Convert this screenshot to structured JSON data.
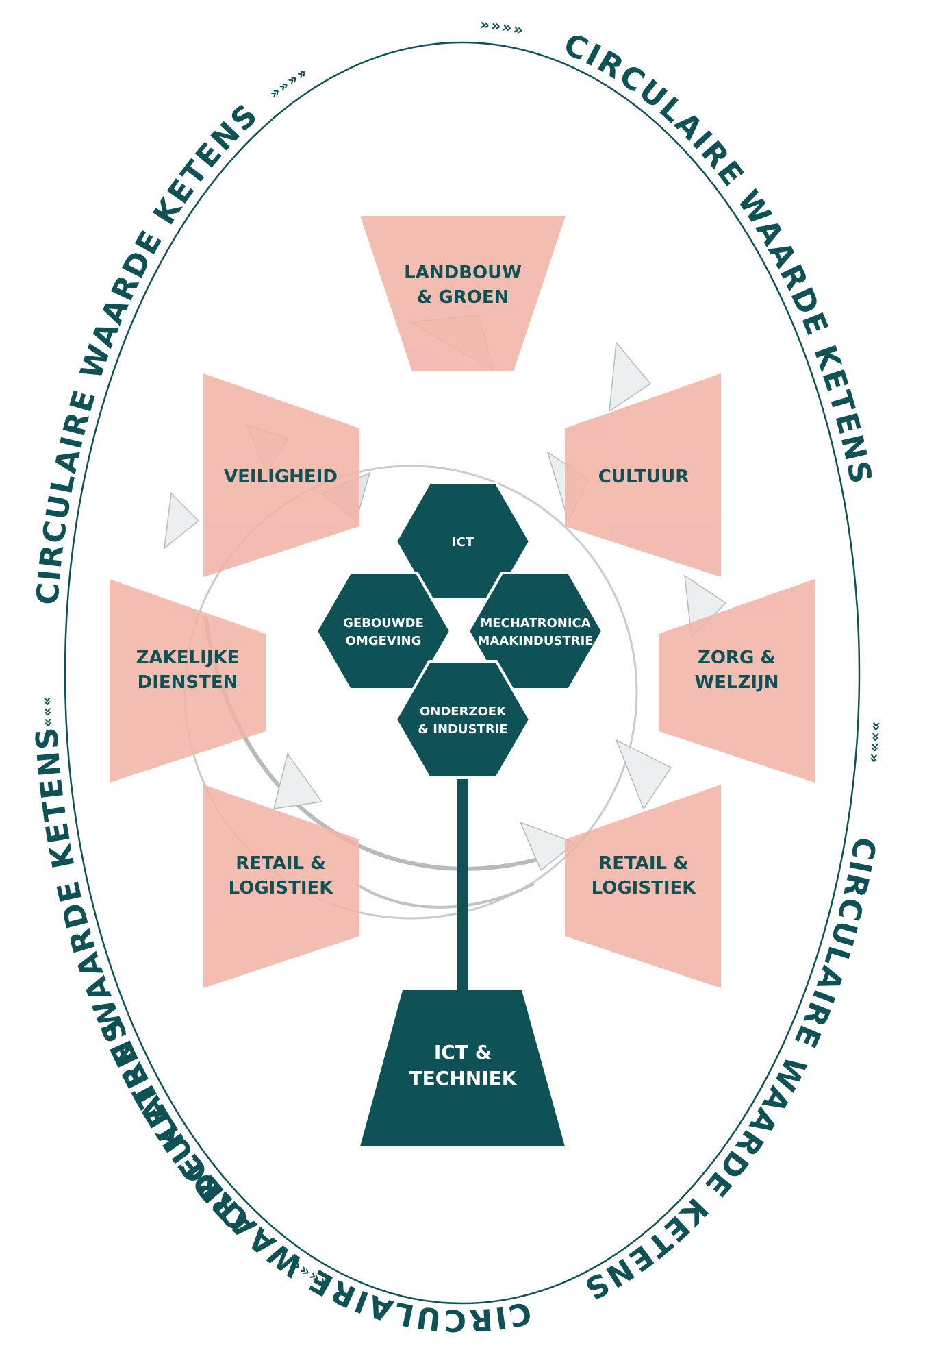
{
  "colors": {
    "teal": "#0f5256",
    "pink": "#f2b1a5",
    "shard": "#9aa4aa",
    "background": "#ffffff"
  },
  "ring": {
    "label": "CIRCULAIRE WAARDE KETENS",
    "chevrons_forward": "»»»»",
    "chevrons_back": "««««"
  },
  "sectors": {
    "top": [
      "LANDBOUW",
      "& GROEN"
    ],
    "upper_left": [
      "VEILIGHEID"
    ],
    "upper_right": [
      "CULTUUR"
    ],
    "mid_left": [
      "ZAKELIJKE",
      "DIENSTEN"
    ],
    "mid_right": [
      "ZORG &",
      "WELZIJN"
    ],
    "lower_left": [
      "RETAIL &",
      "LOGISTIEK"
    ],
    "lower_right": [
      "RETAIL &",
      "LOGISTIEK"
    ]
  },
  "hexagons": {
    "top": [
      "ICT"
    ],
    "left": [
      "GEBOUWDE",
      "OMGEVING"
    ],
    "right": [
      "MECHATRONICA",
      "MAAKINDUSTRIE"
    ],
    "bottom": [
      "ONDERZOEK",
      "& INDUSTRIE"
    ]
  },
  "base": [
    "ICT &",
    "TECHNIEK"
  ],
  "background_image": "shattered-glass-sphere"
}
